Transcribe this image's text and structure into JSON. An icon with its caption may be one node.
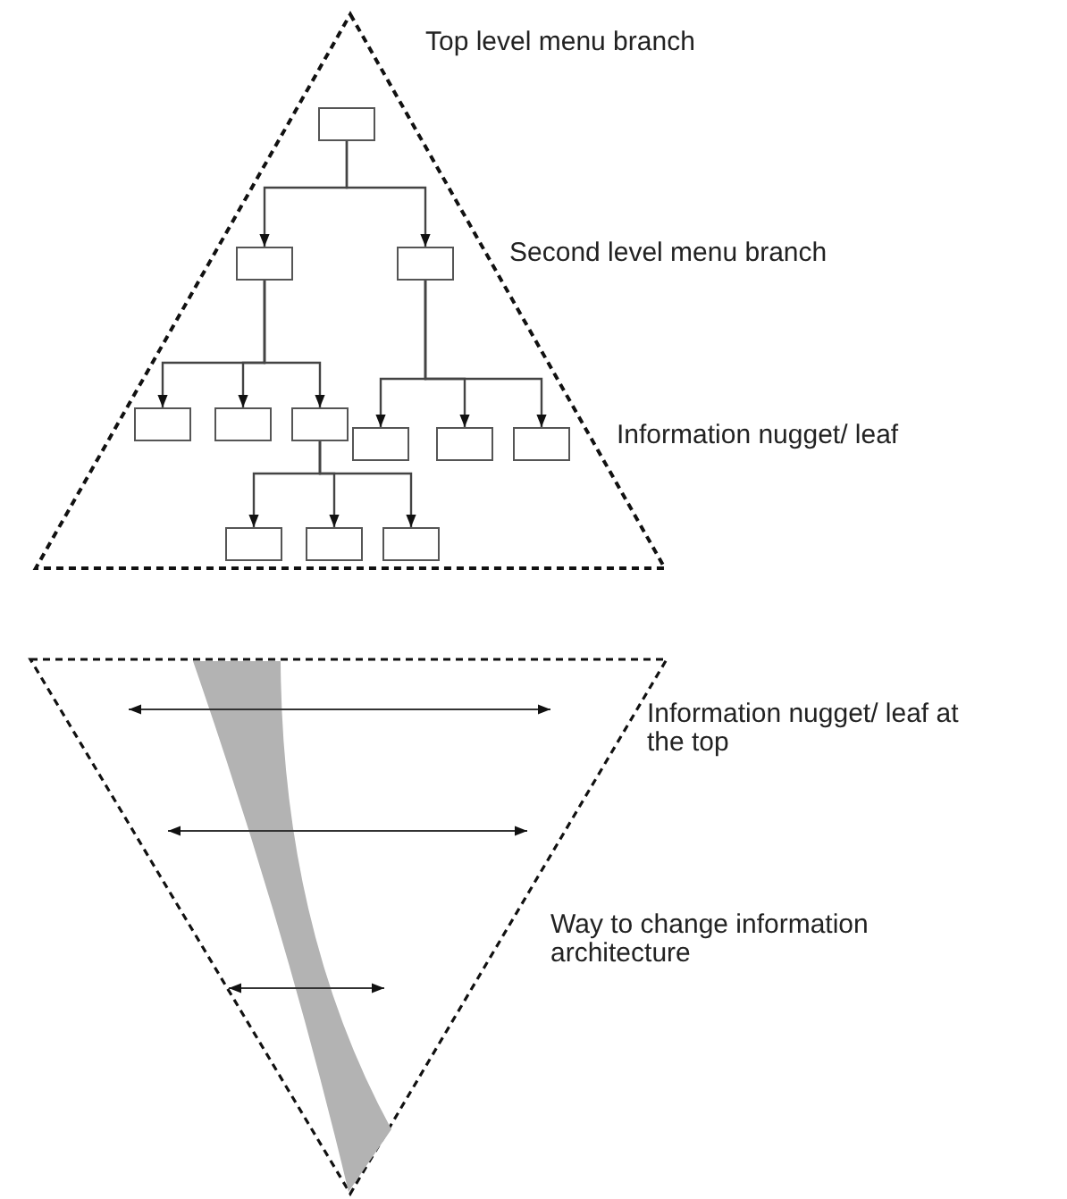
{
  "diagram": {
    "nodes": [
      {
        "text": [],
        "shape": "box"
      },
      {
        "text": [],
        "shape": "box"
      },
      {
        "text": [],
        "shape": "box"
      },
      {
        "text": [],
        "shape": "box"
      },
      {
        "text": [],
        "shape": "box"
      },
      {
        "text": [],
        "shape": "box"
      },
      {
        "text": [],
        "shape": "box"
      },
      {
        "text": [],
        "shape": "box"
      },
      {
        "text": [],
        "shape": "box"
      },
      {
        "text": [],
        "shape": "box"
      },
      {
        "text": [],
        "shape": "box"
      },
      {
        "text": [],
        "shape": "box"
      }
    ],
    "edges": [
      {
        "from": 0,
        "to": 1,
        "arrow": "to"
      },
      {
        "from": 0,
        "to": 2,
        "arrow": "to"
      },
      {
        "from": 1,
        "to": 3,
        "arrow": "to"
      },
      {
        "from": 1,
        "to": 4,
        "arrow": "to"
      },
      {
        "from": 1,
        "to": 5,
        "arrow": "to"
      },
      {
        "from": 2,
        "to": 6,
        "arrow": "to"
      },
      {
        "from": 2,
        "to": 7,
        "arrow": "to"
      },
      {
        "from": 2,
        "to": 8,
        "arrow": "to"
      },
      {
        "from": 5,
        "to": 9,
        "arrow": "to"
      },
      {
        "from": 5,
        "to": 10,
        "arrow": "to"
      },
      {
        "from": 5,
        "to": 11,
        "arrow": "to"
      }
    ],
    "labels": [
      "Top level menu branch",
      "Second level menu branch",
      "Information nugget/ leaf",
      "Information nugget/ leaf at the top",
      "Way to change information architecture"
    ]
  }
}
